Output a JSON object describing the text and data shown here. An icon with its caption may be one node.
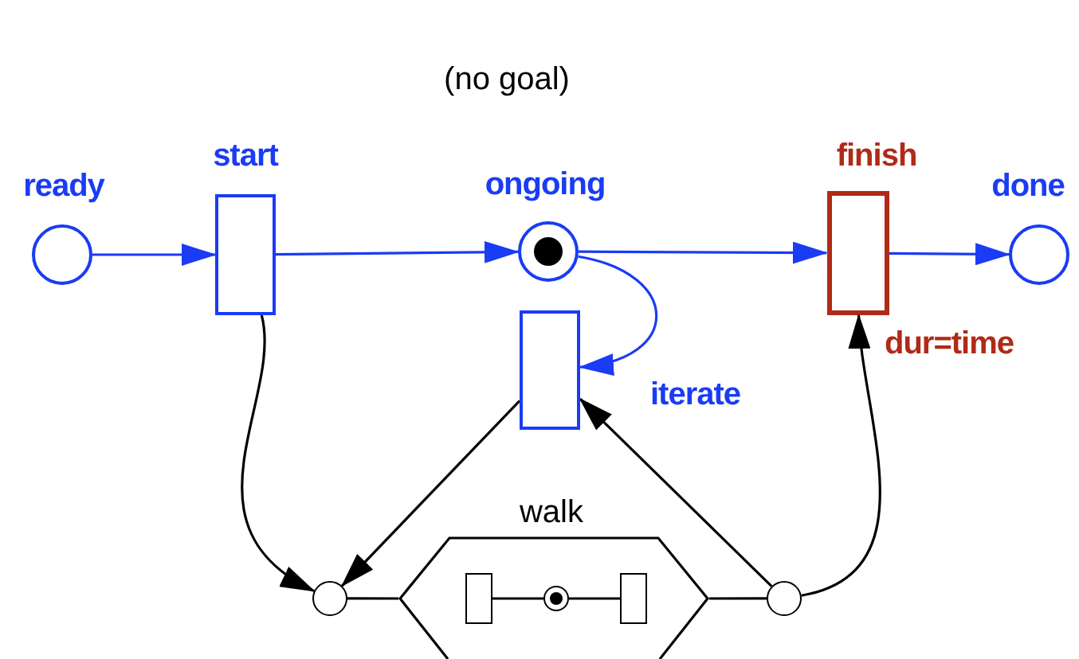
{
  "diagram": {
    "title": "(no goal)",
    "nodes": [
      {
        "text": [
          "ready"
        ]
      },
      {
        "text": [
          "start"
        ]
      },
      {
        "text": [
          "ongoing"
        ]
      },
      {
        "text": [
          "iterate"
        ]
      },
      {
        "text": [
          "finish"
        ],
        "beside": [
          "dur=time"
        ]
      },
      {
        "text": [
          "done"
        ]
      },
      {
        "text": [],
        "shape": "circle"
      },
      {
        "text": [
          "walk"
        ]
      },
      {
        "text": [],
        "shape": "box",
        "in": 7
      },
      {
        "text": [],
        "shape": "circle",
        "in": 7
      },
      {
        "text": [],
        "shape": "box",
        "in": 7
      },
      {
        "text": [],
        "shape": "circle"
      }
    ],
    "edges": [
      {
        "from": 0,
        "to": 1,
        "arrow": "to",
        "color": "#1a3cf5"
      },
      {
        "from": 1,
        "to": 2,
        "arrow": "to",
        "color": "#1a3cf5"
      },
      {
        "from": 2,
        "to": 4,
        "arrow": "to",
        "color": "#1a3cf5"
      },
      {
        "from": 4,
        "to": 5,
        "arrow": "to",
        "color": "#1a3cf5"
      },
      {
        "from": 2,
        "to": 3,
        "arrow": "to",
        "color": "#1a3cf5"
      },
      {
        "from": 1,
        "to": 6,
        "arrow": "to"
      },
      {
        "from": 3,
        "to": 6,
        "arrow": "to"
      },
      {
        "from": 11,
        "to": 3,
        "arrow": "to"
      },
      {
        "from": 11,
        "to": 4,
        "arrow": "to"
      },
      {
        "from": 6,
        "to": 7,
        "arrow": "none"
      },
      {
        "from": 7,
        "to": 11,
        "arrow": "none"
      },
      {
        "from": 8,
        "to": 9,
        "arrow": "none"
      },
      {
        "from": 9,
        "to": 10,
        "arrow": "none"
      }
    ]
  }
}
